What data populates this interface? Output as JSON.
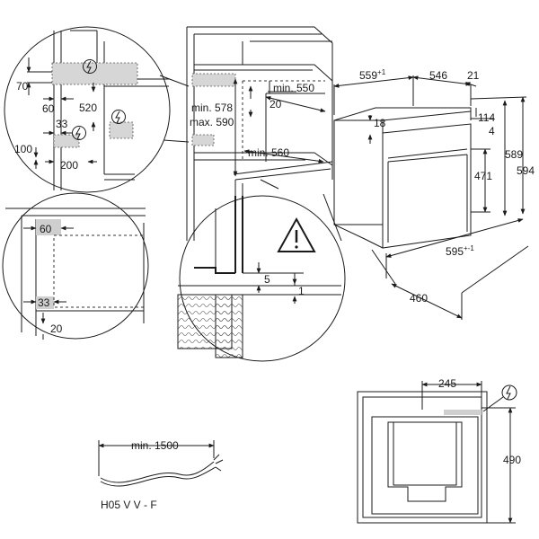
{
  "dims": {
    "d70": "70",
    "d60": "60",
    "d520": "520",
    "d33": "33",
    "d100": "100",
    "d200": "200",
    "min550": "min. 550",
    "d20a": "20",
    "min578": "min. 578",
    "max590": "max. 590",
    "min560": "min. 560",
    "d559": "559",
    "d559_tol": "+1",
    "d546": "546",
    "d21": "21",
    "d18": "18",
    "d114": "114",
    "d4": "4",
    "d471": "471",
    "d589": "589",
    "d594": "594",
    "d595": "595",
    "d595_tol": "+-1",
    "d460": "460",
    "d60b": "60",
    "d33b": "33",
    "d20b": "20",
    "d5": "5",
    "d1": "1",
    "cable_min": "min. 1500",
    "cable_type": "H05 V V - F",
    "d245": "245",
    "d490": "490"
  }
}
